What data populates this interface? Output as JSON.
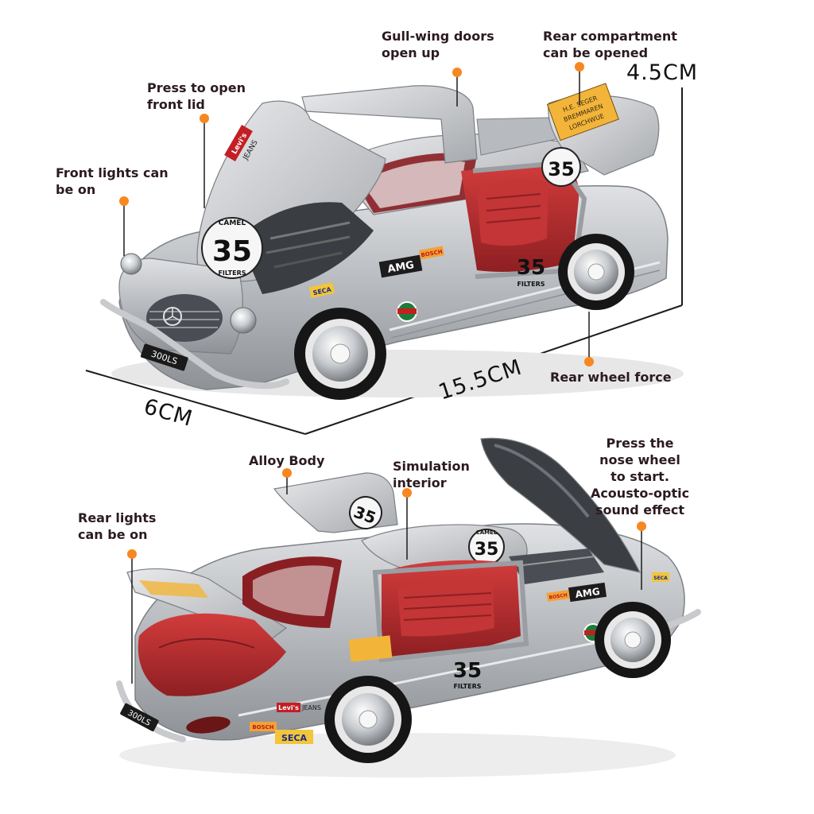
{
  "colors": {
    "marker": "#f7871f",
    "leader": "#1c1c1c",
    "label_text": "#2b1a1f",
    "body_silver": "#b9bcc0",
    "interior_red": "#b42a2c"
  },
  "dimensions": {
    "height": "4.5CM",
    "length": "15.5CM",
    "width": "6CM"
  },
  "top_view": {
    "callouts": {
      "gullwing": [
        "Gull-wing doors",
        "open up"
      ],
      "rear_compartment": [
        "Rear compartment",
        "can be opened"
      ],
      "front_lid": [
        "Press to open",
        "front lid"
      ],
      "front_lights": [
        "Front lights can",
        "be on"
      ],
      "rear_wheel": [
        "Rear wheel force"
      ]
    },
    "decals": {
      "number": "35",
      "camel": "CAMEL",
      "filters": "FILTERS",
      "amg": "AMG",
      "bosch": "BOSCH",
      "seca": "SECA",
      "plate": "300LS",
      "levis": "Levi's",
      "jeans": "JEANS",
      "seger": [
        "H.E. SEGER",
        "BREMMAREN",
        "LORCHWUE"
      ]
    }
  },
  "bottom_view": {
    "callouts": {
      "alloy_body": [
        "Alloy Body"
      ],
      "simulation_interior": [
        "Simulation",
        "interior"
      ],
      "nose_wheel": [
        "Press the",
        "nose wheel",
        "to start.",
        "Acousto-optic",
        "sound effect"
      ],
      "rear_lights": [
        "Rear lights",
        "can be on"
      ]
    },
    "decals": {
      "number": "35",
      "camel": "CAMEL",
      "filters": "FILTERS",
      "amg": "AMG",
      "bosch": "BOSCH",
      "seca": "SECA",
      "plate": "300LS",
      "levis": "Levi's",
      "jeans": "JEANS"
    }
  }
}
